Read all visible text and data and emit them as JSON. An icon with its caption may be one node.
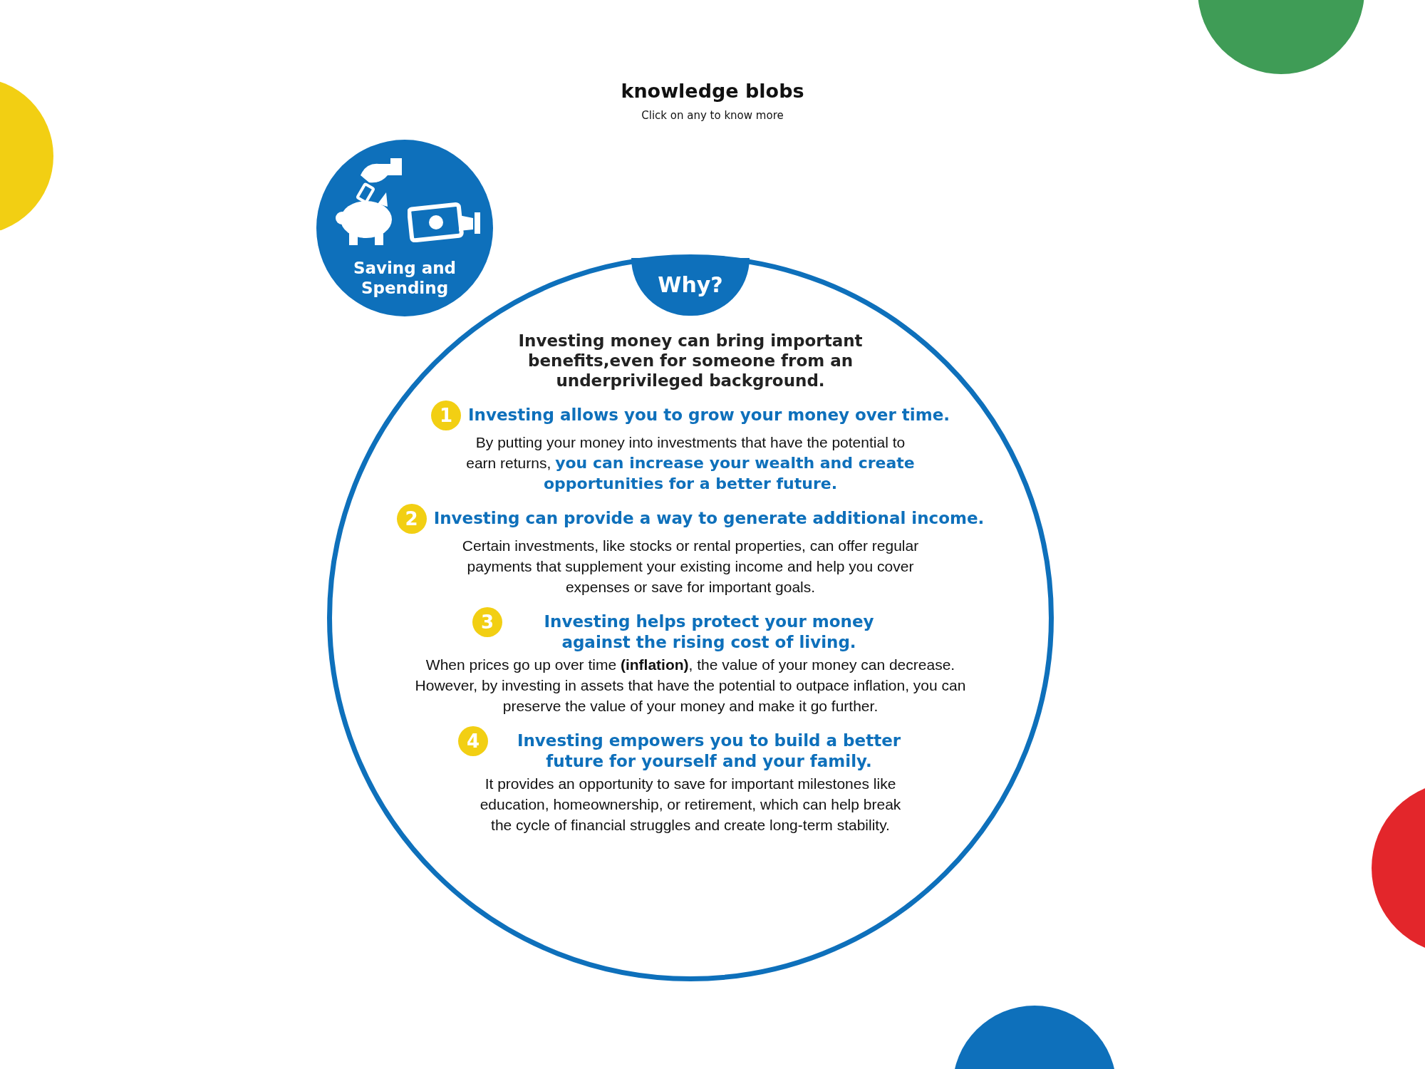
{
  "diagram": {
    "title": "knowledge blobs",
    "nodes": [
      {
        "text": [
          "Saving and Spending"
        ]
      },
      {
        "text": [
          "Why?"
        ],
        "in": 2
      },
      {
        "text": [
          "Investing money can bring important benefits,even for someone from an underprivileged background.",
          "Investing allows you to grow your money over time.",
          "By putting your money into investments that have the potential to earn returns, **you can increase your wealth and create opportunities for a better future.**",
          "Investing can provide a way to generate additional income.",
          "Certain investments, like stocks or rental properties, can offer regular payments that supplement your existing income and help you cover expenses or save for important goals.",
          "Investing helps protect your money against the rising cost of living.",
          "When prices go up over time **(inflation)**, the value of your money can decrease. However, by investing in assets that have the potential to outpace inflation, you can preserve the value of your money and make it go further.",
          "Investing empowers you to build a better future for yourself and your family.",
          "It provides an opportunity to save for important milestones like education, homeownership, or retirement, which can help break the cycle of financial struggles and create long-term stability."
        ]
      },
      {
        "text": [
          "1"
        ],
        "in": 2
      },
      {
        "text": [
          "2"
        ],
        "in": 2
      },
      {
        "text": [
          "3"
        ],
        "in": 2
      },
      {
        "text": [
          "4"
        ],
        "in": 2
      },
      {
        "text": [],
        "shape": "circle"
      },
      {
        "text": [],
        "shape": "circle"
      },
      {
        "text": [],
        "shape": "circle"
      },
      {
        "text": [],
        "shape": "circle"
      }
    ],
    "labels": [
      "Click on any to know more"
    ]
  }
}
